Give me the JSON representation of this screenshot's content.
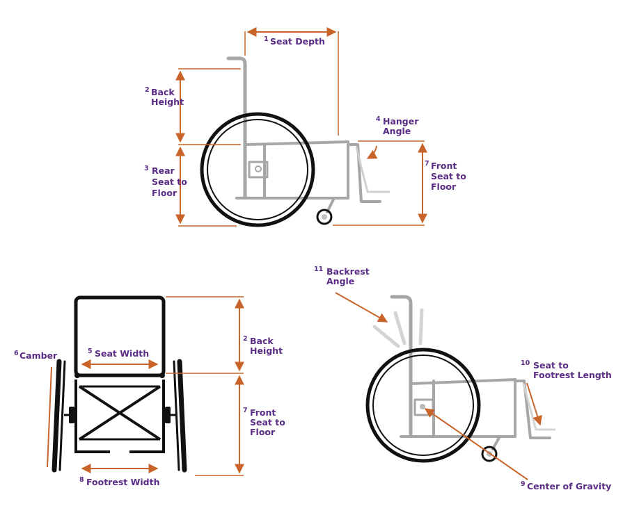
{
  "colors": {
    "label": "#5b2c86",
    "measure": "#c8642a",
    "frame": "#a6a6a6",
    "tire": "#111111"
  },
  "labels": {
    "seat_depth": {
      "num": "1",
      "lines": [
        "Seat Depth"
      ]
    },
    "back_height_side": {
      "num": "2",
      "lines": [
        "Back",
        "Height"
      ]
    },
    "rear_seat_to_floor": {
      "num": "3",
      "lines": [
        "Rear",
        "Seat to",
        "Floor"
      ]
    },
    "hanger_angle": {
      "num": "4",
      "lines": [
        "Hanger",
        "Angle"
      ]
    },
    "front_seat_to_floor_side": {
      "num": "7",
      "lines": [
        "Front",
        "Seat to",
        "Floor"
      ]
    },
    "camber": {
      "num": "6",
      "lines": [
        "Camber"
      ]
    },
    "seat_width": {
      "num": "5",
      "lines": [
        "Seat Width"
      ]
    },
    "back_height_front": {
      "num": "2",
      "lines": [
        "Back",
        "Height"
      ]
    },
    "front_seat_to_floor_front": {
      "num": "7",
      "lines": [
        "Front",
        "Seat to",
        "Floor"
      ]
    },
    "footrest_width": {
      "num": "8",
      "lines": [
        "Footrest Width"
      ]
    },
    "backrest_angle": {
      "num": "11",
      "lines": [
        "Backrest",
        "Angle"
      ]
    },
    "seat_to_footrest_length": {
      "num": "10",
      "lines": [
        "Seat to",
        "Footrest Length"
      ]
    },
    "center_of_gravity": {
      "num": "9",
      "lines": [
        "Center of Gravity"
      ]
    }
  }
}
